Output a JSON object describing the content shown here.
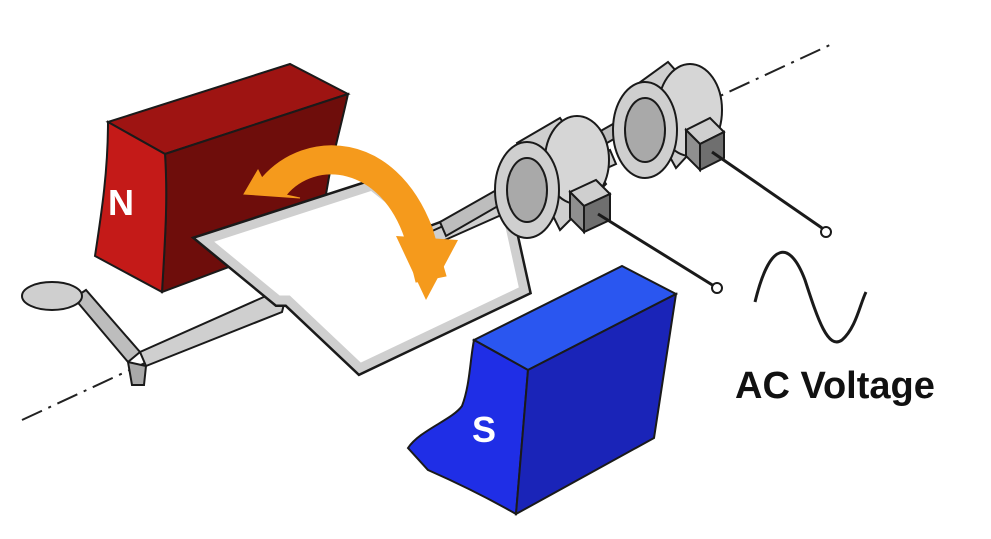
{
  "labels": {
    "north_pole": "N",
    "south_pole": "S",
    "output": "AC Voltage"
  },
  "colors": {
    "north_front": "#c41a18",
    "north_top": "#9e1412",
    "north_inner": "#6e0d0b",
    "south_front": "#1f2ee6",
    "south_top": "#2a56f0",
    "south_side": "#1a24b8",
    "rotation_arrow": "#f59a1c",
    "metal_light": "#cfcfcf",
    "metal_mid": "#a9a9a9",
    "metal_dark": "#6f6f6f",
    "outline": "#1a1a1a"
  }
}
